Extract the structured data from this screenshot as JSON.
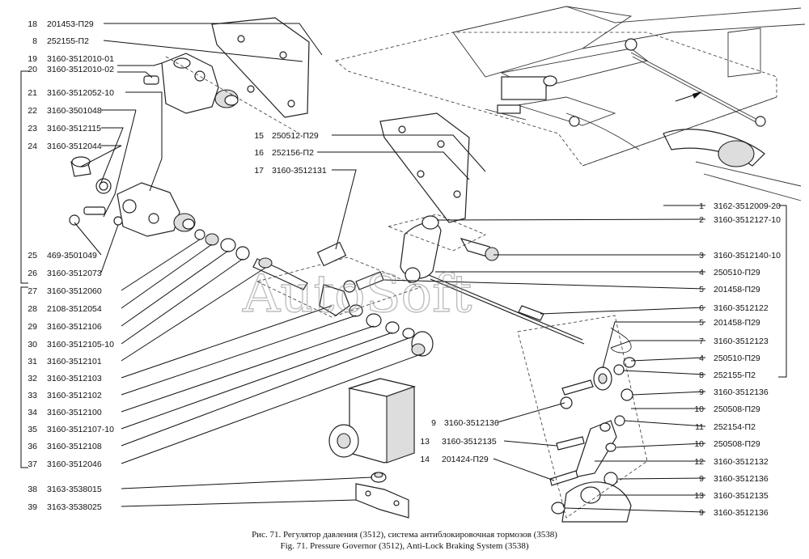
{
  "labels_left": [
    {
      "num": "18",
      "code": "201453-П29"
    },
    {
      "num": "8",
      "code": "252155-П2"
    },
    {
      "num": "19",
      "code": "3160-3512010-01"
    },
    {
      "num": "20",
      "code": "3160-3512010-02"
    },
    {
      "num": "21",
      "code": "3160-3512052-10"
    },
    {
      "num": "22",
      "code": "3160-3501048"
    },
    {
      "num": "23",
      "code": "3160-3512115"
    },
    {
      "num": "24",
      "code": "3160-3512044"
    },
    {
      "num": "25",
      "code": "469-3501049"
    },
    {
      "num": "26",
      "code": "3160-3512073"
    },
    {
      "num": "27",
      "code": "3160-3512060"
    },
    {
      "num": "28",
      "code": "2108-3512054"
    },
    {
      "num": "29",
      "code": "3160-3512106"
    },
    {
      "num": "30",
      "code": "3160-3512105-10"
    },
    {
      "num": "31",
      "code": "3160-3512101"
    },
    {
      "num": "32",
      "code": "3160-3512103"
    },
    {
      "num": "33",
      "code": "3160-3512102"
    },
    {
      "num": "34",
      "code": "3160-3512100"
    },
    {
      "num": "35",
      "code": "3160-3512107-10"
    },
    {
      "num": "36",
      "code": "3160-3512108"
    },
    {
      "num": "37",
      "code": "3160-3512046"
    },
    {
      "num": "38",
      "code": "3163-3538015"
    },
    {
      "num": "39",
      "code": "3163-3538025"
    }
  ],
  "labels_center": [
    {
      "num": "15",
      "code": "250512-П29"
    },
    {
      "num": "16",
      "code": "252156-П2"
    },
    {
      "num": "17",
      "code": "3160-3512131"
    },
    {
      "num": "9",
      "code": "3160-3512136"
    },
    {
      "num": "13",
      "code": "3160-3512135"
    },
    {
      "num": "14",
      "code": "201424-П29"
    }
  ],
  "labels_right": [
    {
      "num": "1",
      "code": "3162-3512009-20"
    },
    {
      "num": "2",
      "code": "3160-3512127-10"
    },
    {
      "num": "3",
      "code": "3160-3512140-10"
    },
    {
      "num": "4",
      "code": "250510-П29"
    },
    {
      "num": "5",
      "code": "201458-П29"
    },
    {
      "num": "6",
      "code": "3160-3512122"
    },
    {
      "num": "5",
      "code": "201458-П29"
    },
    {
      "num": "7",
      "code": "3160-3512123"
    },
    {
      "num": "4",
      "code": "250510-П29"
    },
    {
      "num": "8",
      "code": "252155-П2"
    },
    {
      "num": "9",
      "code": "3160-3512136"
    },
    {
      "num": "10",
      "code": "250508-П29"
    },
    {
      "num": "11",
      "code": "252154-П2"
    },
    {
      "num": "10",
      "code": "250508-П29"
    },
    {
      "num": "12",
      "code": "3160-3512132"
    },
    {
      "num": "9",
      "code": "3160-3512136"
    },
    {
      "num": "13",
      "code": "3160-3512135"
    },
    {
      "num": "9",
      "code": "3160-3512136"
    }
  ],
  "watermark": "AutoSoft",
  "caption": {
    "ru": "Рис. 71. Регулятор давления (3512), система антиблокировочная тормозов (3538)",
    "en": "Fig. 71. Pressure Governor (3512), Anti-Lock Braking System (3538)"
  }
}
